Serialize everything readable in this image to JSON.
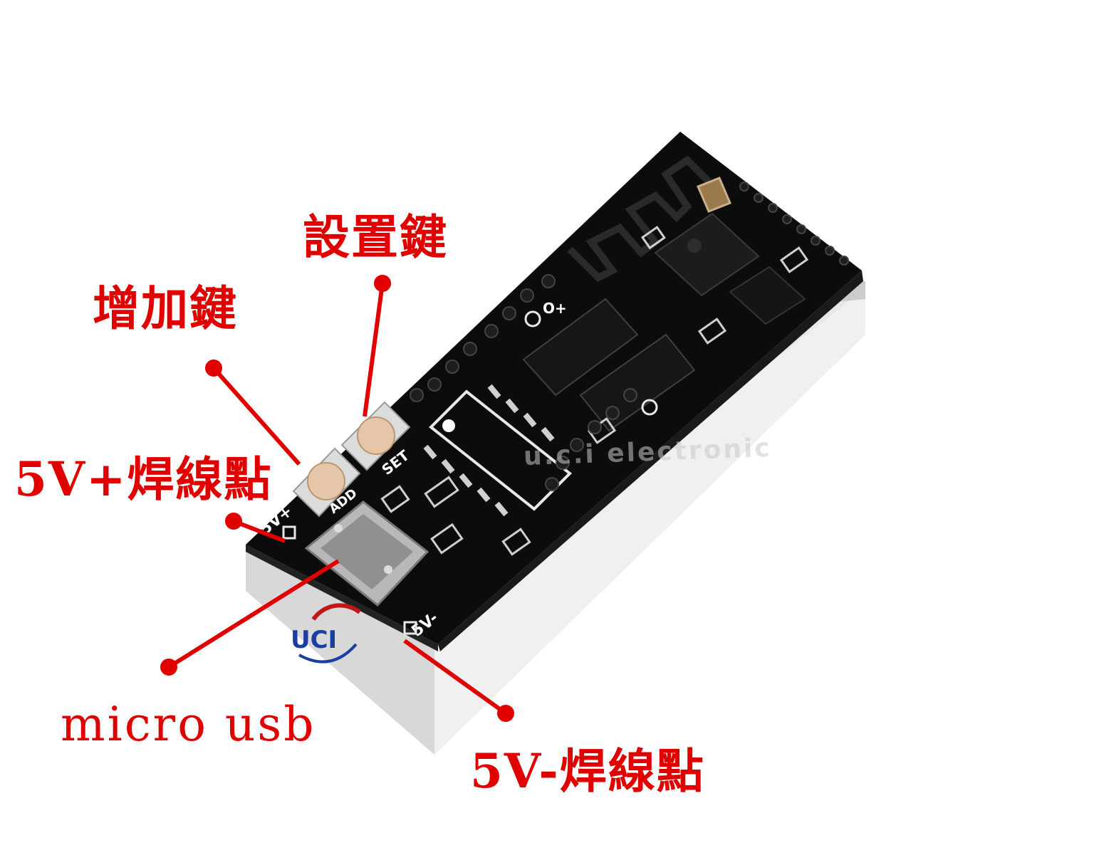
{
  "labels": {
    "set_key": "設置鍵",
    "add_key": "增加鍵",
    "solder_5v_plus": "5V+焊線點",
    "micro_usb": "micro usb",
    "solder_5v_minus": "5V-焊線點"
  },
  "pcb_silkscreen": {
    "plus_pad": "5V+",
    "minus_pad": "5V-",
    "set": "SET",
    "add": "ADD",
    "o_plus": "O+"
  },
  "watermark": "u.c.i electronic",
  "logo_text": "UCI",
  "colors": {
    "label_red": "#e00000",
    "pcb_black": "#0c0c0c",
    "display_white": "#e8e8e8"
  }
}
